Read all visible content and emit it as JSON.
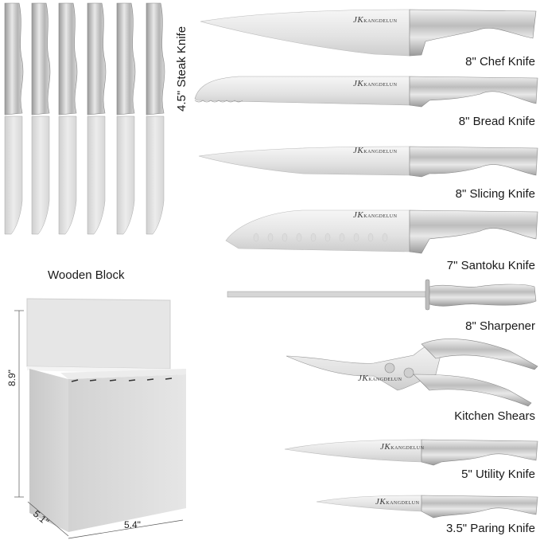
{
  "brand": {
    "logo_letter": "JK",
    "name": "KANGDELUN"
  },
  "steak_knives": {
    "count": 6,
    "label": "4.5\" Steak Knife"
  },
  "block": {
    "title": "Wooden Block",
    "height": "8.9\"",
    "depth": "5.1\"",
    "width": "5.4\"",
    "color": "#e0e0e0"
  },
  "items": [
    {
      "label": "8\" Chef Knife"
    },
    {
      "label": "8\" Bread Knife"
    },
    {
      "label": "8\" Slicing Knife"
    },
    {
      "label": "7\" Santoku Knife"
    },
    {
      "label": "8\" Sharpener"
    },
    {
      "label": "Kitchen Shears"
    },
    {
      "label": "5\" Utility Knife"
    },
    {
      "label": "3.5\" Paring Knife"
    }
  ]
}
